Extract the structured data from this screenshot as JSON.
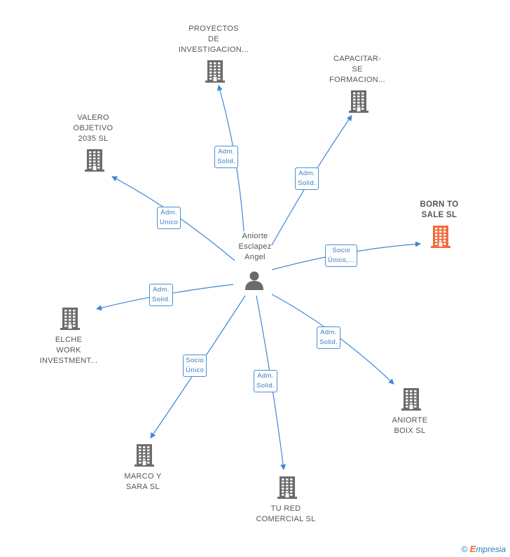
{
  "center": {
    "label": "Aniorte\nEsclapez\nAngel"
  },
  "nodes": [
    {
      "id": "proyectos",
      "label": "PROYECTOS\nDE\nINVESTIGACION..."
    },
    {
      "id": "capacitar",
      "label": "CAPACITAR-\nSE\nFORMACION..."
    },
    {
      "id": "valero",
      "label": "VALERO\nOBJETIVO\n2035  SL"
    },
    {
      "id": "born",
      "label": "BORN TO\nSALE  SL"
    },
    {
      "id": "elche",
      "label": "ELCHE\nWORK\nINVESTMENT..."
    },
    {
      "id": "aniorte_boix",
      "label": "ANIORTE\nBOIX SL"
    },
    {
      "id": "marco",
      "label": "MARCO Y\nSARA  SL"
    },
    {
      "id": "tured",
      "label": "TU RED\nCOMERCIAL SL"
    }
  ],
  "edges": [
    {
      "to": "proyectos",
      "label": "Adm.\nSolid."
    },
    {
      "to": "capacitar",
      "label": "Adm.\nSolid."
    },
    {
      "to": "valero",
      "label": "Adm.\nUnico"
    },
    {
      "to": "born",
      "label": "Socio\nÚnico,..."
    },
    {
      "to": "elche",
      "label": "Adm.\nSolid."
    },
    {
      "to": "aniorte_boix",
      "label": "Adm.\nSolid."
    },
    {
      "to": "marco",
      "label": "Socio\nÚnico"
    },
    {
      "to": "tured",
      "label": "Adm.\nSolid."
    }
  ],
  "colors": {
    "edge": "#3f86d6",
    "building": "#6b6b6b",
    "highlight": "#f26b3a",
    "person": "#6b6b6b"
  },
  "footer": {
    "copyright": "©",
    "brand_initial": "E",
    "brand_rest": "mpresia"
  }
}
